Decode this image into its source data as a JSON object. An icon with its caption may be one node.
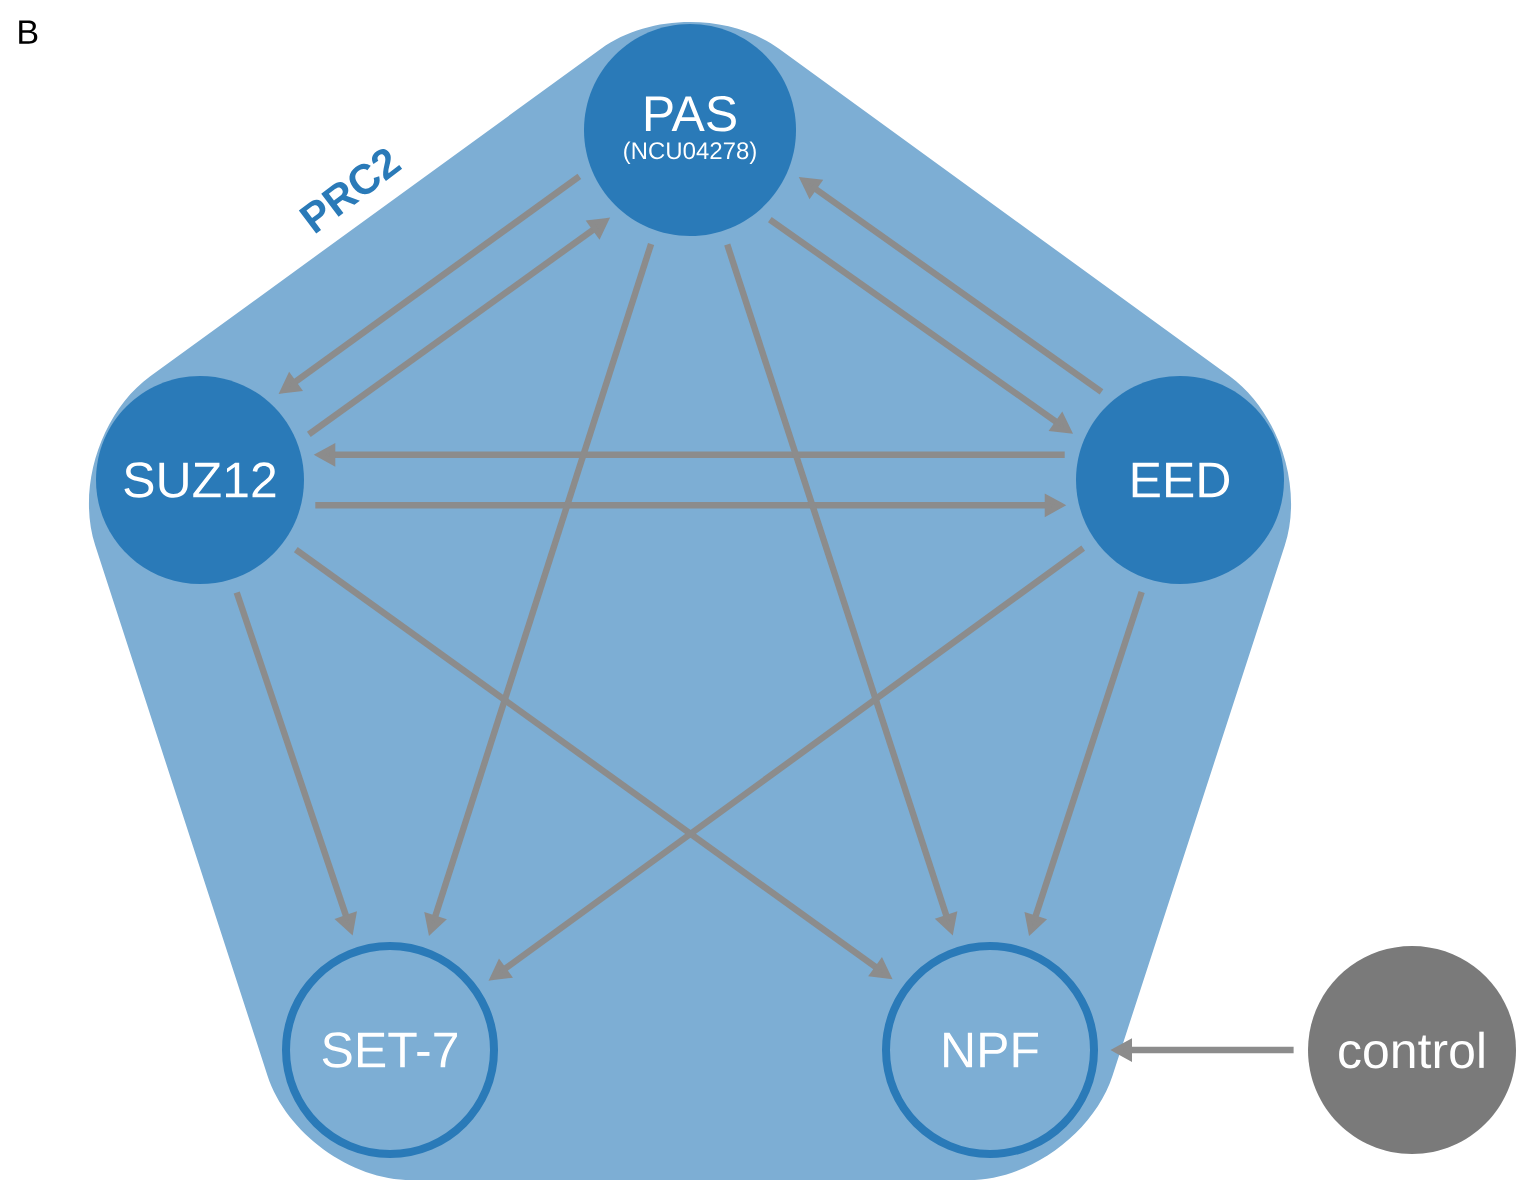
{
  "diagram": {
    "nodes": [
      {
        "text": [
          "PRC2"
        ]
      },
      {
        "text": [
          "PAS",
          "(NCU04278)"
        ],
        "in": 0
      },
      {
        "text": [
          "SUZ12"
        ],
        "in": 0
      },
      {
        "text": [
          "EED"
        ],
        "in": 0
      },
      {
        "text": [
          "SET-7"
        ],
        "in": 0
      },
      {
        "text": [
          "NPF"
        ],
        "in": 0
      },
      {
        "text": [
          "control"
        ]
      }
    ],
    "edges": [
      {
        "from": 1,
        "to": 2,
        "arrow": "to"
      },
      {
        "from": 2,
        "to": 1,
        "arrow": "to"
      },
      {
        "from": 1,
        "to": 3,
        "arrow": "to"
      },
      {
        "from": 3,
        "to": 1,
        "arrow": "to"
      },
      {
        "from": 3,
        "to": 2,
        "arrow": "to"
      },
      {
        "from": 2,
        "to": 3,
        "arrow": "to"
      },
      {
        "from": 1,
        "to": 4,
        "arrow": "to"
      },
      {
        "from": 1,
        "to": 5,
        "arrow": "to"
      },
      {
        "from": 2,
        "to": 4,
        "arrow": "to"
      },
      {
        "from": 2,
        "to": 5,
        "arrow": "to"
      },
      {
        "from": 3,
        "to": 4,
        "arrow": "to"
      },
      {
        "from": 3,
        "to": 5,
        "arrow": "to"
      },
      {
        "from": 6,
        "to": 5,
        "arrow": "to"
      }
    ],
    "labels": [
      "B"
    ]
  }
}
